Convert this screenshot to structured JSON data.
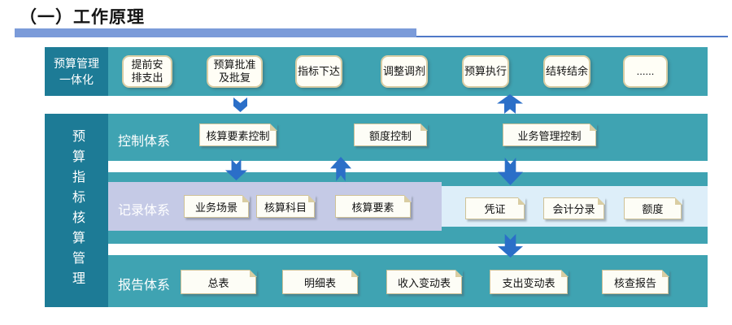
{
  "page": {
    "title": "（一）工作原理"
  },
  "colors": {
    "dark_teal": "#1d7b96",
    "band_teal": "#3fa3b2",
    "lavender": "#c5cae6",
    "light_blue": "#ddeef9",
    "arrow_blue": "#2b6fc8",
    "title_bar_blue": "#7b9bd9",
    "title_line_blue": "#4f79c8",
    "box_border_tan": "#cfc297"
  },
  "top_band": {
    "label": "预算管理\n一体化",
    "items": [
      "提前安\n排支出",
      "预算批准\n及批复",
      "指标下达",
      "调整调剂",
      "预算执行",
      "结转结余",
      "......"
    ]
  },
  "left_band": {
    "label": "预算指标核算管理"
  },
  "control_row": {
    "label": "控制体系",
    "buttons": [
      "核算要素控制",
      "额度控制",
      "业务管理控制"
    ]
  },
  "record_row": {
    "label": "记录体系",
    "left_buttons": [
      "业务场景",
      "核算科目",
      "核算要素"
    ],
    "right_buttons": [
      "凭证",
      "会计分录",
      "额度"
    ]
  },
  "report_row": {
    "label": "报告体系",
    "buttons": [
      "总表",
      "明细表",
      "收入变动表",
      "支出变动表",
      "核查报告"
    ]
  },
  "arrows": [
    {
      "name": "top-left",
      "direction": "down"
    },
    {
      "name": "top-right",
      "direction": "up"
    },
    {
      "name": "control-to-record-left",
      "direction": "down"
    },
    {
      "name": "record-to-control-mid",
      "direction": "up"
    },
    {
      "name": "control-to-record-right",
      "direction": "down"
    },
    {
      "name": "record-to-report-right",
      "direction": "down"
    }
  ]
}
